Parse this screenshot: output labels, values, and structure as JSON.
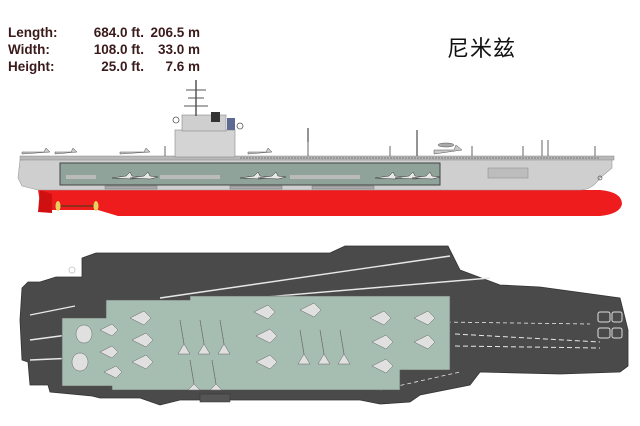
{
  "title": "尼米兹",
  "specs": [
    {
      "label": "Length:",
      "ft": "684.0 ft.",
      "m": "206.5 m"
    },
    {
      "label": "Width:",
      "ft": "108.0 ft.",
      "m": "33.0 m"
    },
    {
      "label": "Height:",
      "ft": "25.0 ft.",
      "m": "7.6 m"
    }
  ],
  "views": {
    "side": {
      "name": "side-profile",
      "hull_color": "#ee1c1c",
      "superstructure_color": "#c8c8c8",
      "hangar_color": "#8fa39a"
    },
    "top": {
      "name": "top-down-deck",
      "deck_color": "#4a4a4a",
      "hangar_color": "#a6bdb2",
      "deck_marking_color": "#e8e8e8"
    }
  }
}
